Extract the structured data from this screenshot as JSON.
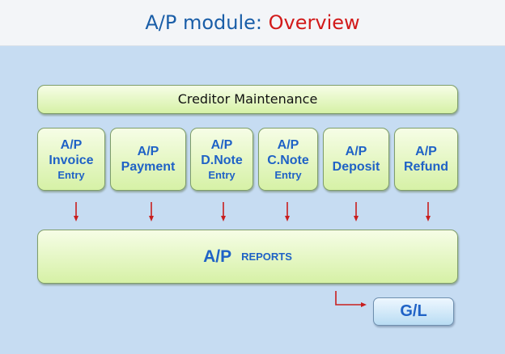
{
  "title": {
    "prefix": "A/P module:",
    "highlight": "Overview"
  },
  "creditor": "Creditor Maintenance",
  "modules": [
    {
      "id": "invoice",
      "lines": [
        [
          "A/P",
          "big"
        ],
        [
          "Invoice",
          "big"
        ],
        [
          "Entry",
          "small"
        ]
      ]
    },
    {
      "id": "payment",
      "lines": [
        [
          "A/P",
          "big"
        ],
        [
          "Payment",
          "big"
        ]
      ]
    },
    {
      "id": "dnote",
      "lines": [
        [
          "A/P",
          "big"
        ],
        [
          "D.Note",
          "big"
        ],
        [
          "Entry",
          "small"
        ]
      ]
    },
    {
      "id": "cnote",
      "lines": [
        [
          "A/P",
          "big"
        ],
        [
          "C.Note",
          "big"
        ],
        [
          "Entry",
          "small"
        ]
      ]
    },
    {
      "id": "deposit",
      "lines": [
        [
          "A/P",
          "big"
        ],
        [
          "Deposit",
          "big"
        ]
      ]
    },
    {
      "id": "refund",
      "lines": [
        [
          "A/P",
          "big"
        ],
        [
          "Refund",
          "big"
        ]
      ]
    }
  ],
  "reports": {
    "main": "A/P",
    "sub": "REPORTS"
  },
  "gl": "G/L",
  "colors": {
    "module_text": "#1f62c6",
    "arrow": "#c81e1e",
    "title_blue": "#1a5ea8",
    "title_red": "#d21a1a"
  }
}
